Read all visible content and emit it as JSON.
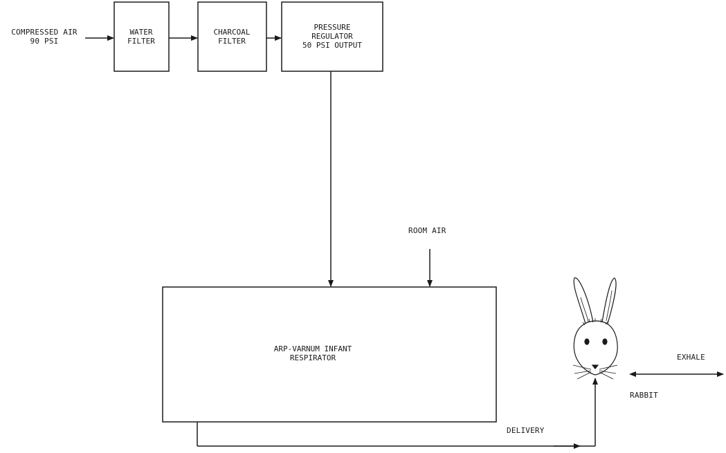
{
  "source": {
    "line1": "COMPRESSED AIR",
    "line2": "90 PSI"
  },
  "blocks": {
    "water_filter": {
      "line1": "WATER",
      "line2": "FILTER"
    },
    "charcoal_filter": {
      "line1": "CHARCOAL",
      "line2": "FILTER"
    },
    "pressure_regulator": {
      "line1": "PRESSURE",
      "line2": "REGULATOR",
      "line3": "50 PSI OUTPUT"
    },
    "respirator": {
      "line1": "ARP-VARNUM INFANT",
      "line2": "RESPIRATOR"
    }
  },
  "labels": {
    "room_air": "ROOM AIR",
    "delivery": "DELIVERY",
    "rabbit": "RABBIT",
    "exhale": "EXHALE"
  },
  "colors": {
    "ink": "#1a1a1a",
    "background": "#ffffff"
  }
}
